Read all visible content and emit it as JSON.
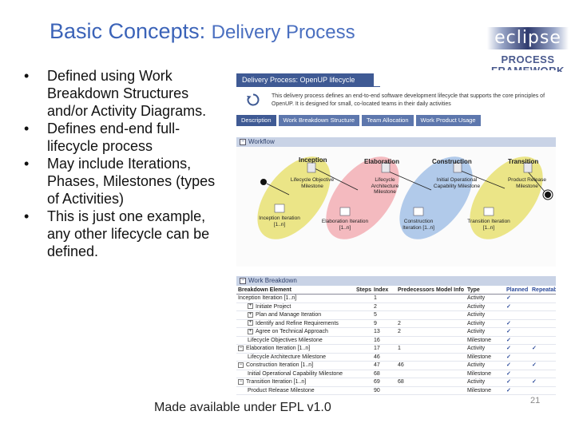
{
  "title": {
    "main": "Basic Concepts:",
    "sub": "Delivery Process"
  },
  "logo": {
    "word": "eclipse",
    "line1": "PROCESS",
    "line2": "FRAMEWORK"
  },
  "bullets": [
    "Defined using Work Breakdown Structures and/or Activity Diagrams.",
    "Defines end-end full-lifecycle process",
    "May include Iterations, Phases, Milestones (types of Activities)",
    "This is just one example, any other lifecycle can be defined."
  ],
  "footer": "Made available under EPL v1.0",
  "page_number": "21",
  "screenshot": {
    "header": "Delivery Process: OpenUP lifecycle",
    "description": "This delivery process defines an end-to-end software development lifecycle that supports the core principles of OpenUP. It is designed for small, co-located teams in their daily activities",
    "tabs": [
      "Description",
      "Work Breakdown Structure",
      "Team Allocation",
      "Work Product Usage"
    ],
    "workflow_title": "Workflow",
    "phases": [
      "Inception",
      "Elaboration",
      "Construction",
      "Transition"
    ],
    "milestones": [
      "Lifecycle Objective Milestone",
      "Lifecycle Architecture Milestone",
      "Initial Operational Capability Milestone",
      "Product Release Milestone"
    ],
    "iterations": [
      "Inception Iteration [1..n]",
      "Elaboration Iteration [1..n]",
      "Construction Iteration [1..n]",
      "Transition Iteration [1..n]"
    ],
    "wb_title": "Work Breakdown",
    "wb_columns": [
      "Breakdown Element",
      "Steps",
      "Index",
      "Predecessors",
      "Model Info",
      "Type",
      "Planned",
      "Repeatable"
    ],
    "wb_rows": [
      {
        "name": "Inception Iteration [1..n]",
        "index": "1",
        "pred": "",
        "type": "Activity",
        "planned": "✓",
        "repeat": "",
        "indent": 0,
        "exp": ""
      },
      {
        "name": "Initiate Project",
        "index": "2",
        "pred": "",
        "type": "Activity",
        "planned": "✓",
        "repeat": "",
        "indent": 1,
        "exp": "+"
      },
      {
        "name": "Plan and Manage Iteration",
        "index": "5",
        "pred": "",
        "type": "Activity",
        "planned": "",
        "repeat": "",
        "indent": 1,
        "exp": "+"
      },
      {
        "name": "Identify and Refine Requirements",
        "index": "9",
        "pred": "2",
        "type": "Activity",
        "planned": "✓",
        "repeat": "",
        "indent": 1,
        "exp": "+"
      },
      {
        "name": "Agree on Technical Approach",
        "index": "13",
        "pred": "2",
        "type": "Activity",
        "planned": "✓",
        "repeat": "",
        "indent": 1,
        "exp": "+"
      },
      {
        "name": "Lifecycle Objectives Milestone",
        "index": "16",
        "pred": "",
        "type": "Milestone",
        "planned": "✓",
        "repeat": "",
        "indent": 1,
        "exp": ""
      },
      {
        "name": "Elaboration Iteration [1..n]",
        "index": "17",
        "pred": "1",
        "type": "Activity",
        "planned": "✓",
        "repeat": "✓",
        "indent": 0,
        "exp": "−"
      },
      {
        "name": "Lifecycle Architecture Milestone",
        "index": "46",
        "pred": "",
        "type": "Milestone",
        "planned": "✓",
        "repeat": "",
        "indent": 1,
        "exp": ""
      },
      {
        "name": "Construction Iteration [1..n]",
        "index": "47",
        "pred": "46",
        "type": "Activity",
        "planned": "✓",
        "repeat": "✓",
        "indent": 0,
        "exp": "−"
      },
      {
        "name": "Initial Operational Capability Milestone",
        "index": "68",
        "pred": "",
        "type": "Milestone",
        "planned": "✓",
        "repeat": "",
        "indent": 1,
        "exp": ""
      },
      {
        "name": "Transition Iteration [1..n]",
        "index": "69",
        "pred": "68",
        "type": "Activity",
        "planned": "✓",
        "repeat": "✓",
        "indent": 0,
        "exp": "−"
      },
      {
        "name": "Product Release Milestone",
        "index": "90",
        "pred": "",
        "type": "Milestone",
        "planned": "✓",
        "repeat": "",
        "indent": 1,
        "exp": ""
      }
    ]
  },
  "colors": {
    "title": "#3b63b8",
    "header_bar": "#3f5a94",
    "inception": "#e9e27a",
    "elaboration": "#f3b3b8",
    "construction": "#a9c4e8",
    "transition": "#e9e27a"
  }
}
